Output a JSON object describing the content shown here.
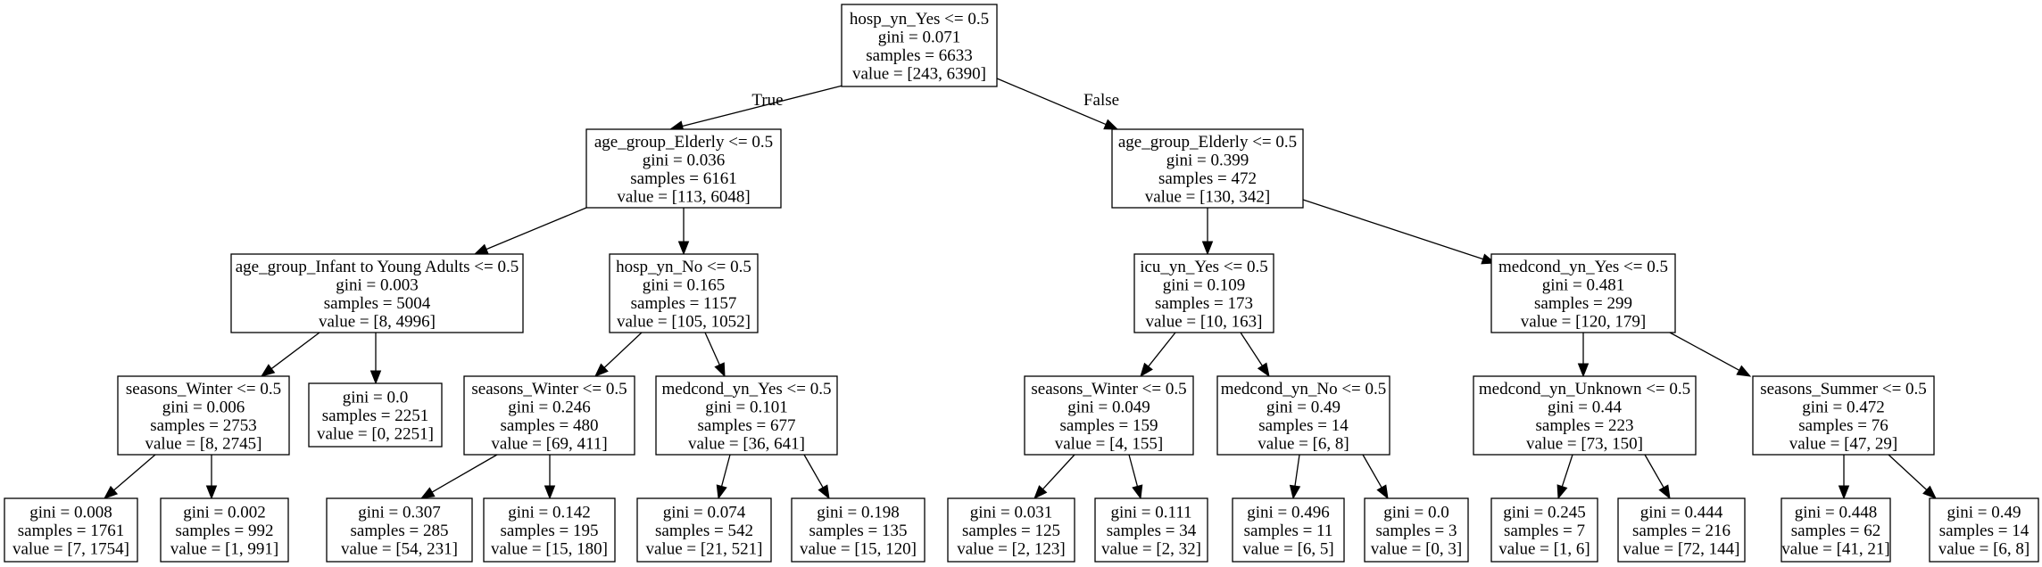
{
  "tree": {
    "edge_labels": {
      "true_label": "True",
      "false_label": "False"
    },
    "nodes": [
      {
        "id": "n0",
        "lines": [
          "hosp_yn_Yes <= 0.5",
          "gini = 0.071",
          "samples = 6633",
          "value = [243, 6390]"
        ]
      },
      {
        "id": "n1",
        "lines": [
          "age_group_Elderly <= 0.5",
          "gini = 0.036",
          "samples = 6161",
          "value = [113, 6048]"
        ]
      },
      {
        "id": "n2",
        "lines": [
          "age_group_Elderly <= 0.5",
          "gini = 0.399",
          "samples = 472",
          "value = [130, 342]"
        ]
      },
      {
        "id": "n3",
        "lines": [
          "age_group_Infant to Young Adults <= 0.5",
          "gini = 0.003",
          "samples = 5004",
          "value = [8, 4996]"
        ]
      },
      {
        "id": "n4",
        "lines": [
          "hosp_yn_No <= 0.5",
          "gini = 0.165",
          "samples = 1157",
          "value = [105, 1052]"
        ]
      },
      {
        "id": "n5",
        "lines": [
          "icu_yn_Yes <= 0.5",
          "gini = 0.109",
          "samples = 173",
          "value = [10, 163]"
        ]
      },
      {
        "id": "n6",
        "lines": [
          "medcond_yn_Yes <= 0.5",
          "gini = 0.481",
          "samples = 299",
          "value = [120, 179]"
        ]
      },
      {
        "id": "n7",
        "lines": [
          "seasons_Winter <= 0.5",
          "gini = 0.006",
          "samples = 2753",
          "value = [8, 2745]"
        ]
      },
      {
        "id": "n8",
        "lines": [
          "gini = 0.0",
          "samples = 2251",
          "value = [0, 2251]"
        ]
      },
      {
        "id": "n9",
        "lines": [
          "seasons_Winter <= 0.5",
          "gini = 0.246",
          "samples = 480",
          "value = [69, 411]"
        ]
      },
      {
        "id": "n10",
        "lines": [
          "medcond_yn_Yes <= 0.5",
          "gini = 0.101",
          "samples = 677",
          "value = [36, 641]"
        ]
      },
      {
        "id": "n11",
        "lines": [
          "seasons_Winter <= 0.5",
          "gini = 0.049",
          "samples = 159",
          "value = [4, 155]"
        ]
      },
      {
        "id": "n12",
        "lines": [
          "medcond_yn_No <= 0.5",
          "gini = 0.49",
          "samples = 14",
          "value = [6, 8]"
        ]
      },
      {
        "id": "n13",
        "lines": [
          "medcond_yn_Unknown <= 0.5",
          "gini = 0.44",
          "samples = 223",
          "value = [73, 150]"
        ]
      },
      {
        "id": "n14",
        "lines": [
          "seasons_Summer <= 0.5",
          "gini = 0.472",
          "samples = 76",
          "value = [47, 29]"
        ]
      },
      {
        "id": "n15",
        "lines": [
          "gini = 0.008",
          "samples = 1761",
          "value = [7, 1754]"
        ]
      },
      {
        "id": "n16",
        "lines": [
          "gini = 0.002",
          "samples = 992",
          "value = [1, 991]"
        ]
      },
      {
        "id": "n17",
        "lines": [
          "gini = 0.307",
          "samples = 285",
          "value = [54, 231]"
        ]
      },
      {
        "id": "n18",
        "lines": [
          "gini = 0.142",
          "samples = 195",
          "value = [15, 180]"
        ]
      },
      {
        "id": "n19",
        "lines": [
          "gini = 0.074",
          "samples = 542",
          "value = [21, 521]"
        ]
      },
      {
        "id": "n20",
        "lines": [
          "gini = 0.198",
          "samples = 135",
          "value = [15, 120]"
        ]
      },
      {
        "id": "n21",
        "lines": [
          "gini = 0.031",
          "samples = 125",
          "value = [2, 123]"
        ]
      },
      {
        "id": "n22",
        "lines": [
          "gini = 0.111",
          "samples = 34",
          "value = [2, 32]"
        ]
      },
      {
        "id": "n23",
        "lines": [
          "gini = 0.496",
          "samples = 11",
          "value = [6, 5]"
        ]
      },
      {
        "id": "n24",
        "lines": [
          "gini = 0.0",
          "samples = 3",
          "value = [0, 3]"
        ]
      },
      {
        "id": "n25",
        "lines": [
          "gini = 0.245",
          "samples = 7",
          "value = [1, 6]"
        ]
      },
      {
        "id": "n26",
        "lines": [
          "gini = 0.444",
          "samples = 216",
          "value = [72, 144]"
        ]
      },
      {
        "id": "n27",
        "lines": [
          "gini = 0.448",
          "samples = 62",
          "value = [41, 21]"
        ]
      },
      {
        "id": "n28",
        "lines": [
          "gini = 0.49",
          "samples = 14",
          "value = [6, 8]"
        ]
      }
    ],
    "edges": [
      {
        "from": "n0",
        "to": "n1",
        "label": "true_label"
      },
      {
        "from": "n0",
        "to": "n2",
        "label": "false_label"
      },
      {
        "from": "n1",
        "to": "n3"
      },
      {
        "from": "n1",
        "to": "n4"
      },
      {
        "from": "n2",
        "to": "n5"
      },
      {
        "from": "n2",
        "to": "n6"
      },
      {
        "from": "n3",
        "to": "n7"
      },
      {
        "from": "n3",
        "to": "n8"
      },
      {
        "from": "n4",
        "to": "n9"
      },
      {
        "from": "n4",
        "to": "n10"
      },
      {
        "from": "n5",
        "to": "n11"
      },
      {
        "from": "n5",
        "to": "n12"
      },
      {
        "from": "n6",
        "to": "n13"
      },
      {
        "from": "n6",
        "to": "n14"
      },
      {
        "from": "n7",
        "to": "n15"
      },
      {
        "from": "n7",
        "to": "n16"
      },
      {
        "from": "n9",
        "to": "n17"
      },
      {
        "from": "n9",
        "to": "n18"
      },
      {
        "from": "n10",
        "to": "n19"
      },
      {
        "from": "n10",
        "to": "n20"
      },
      {
        "from": "n11",
        "to": "n21"
      },
      {
        "from": "n11",
        "to": "n22"
      },
      {
        "from": "n12",
        "to": "n23"
      },
      {
        "from": "n12",
        "to": "n24"
      },
      {
        "from": "n13",
        "to": "n25"
      },
      {
        "from": "n13",
        "to": "n26"
      },
      {
        "from": "n14",
        "to": "n27"
      },
      {
        "from": "n14",
        "to": "n28"
      }
    ]
  }
}
